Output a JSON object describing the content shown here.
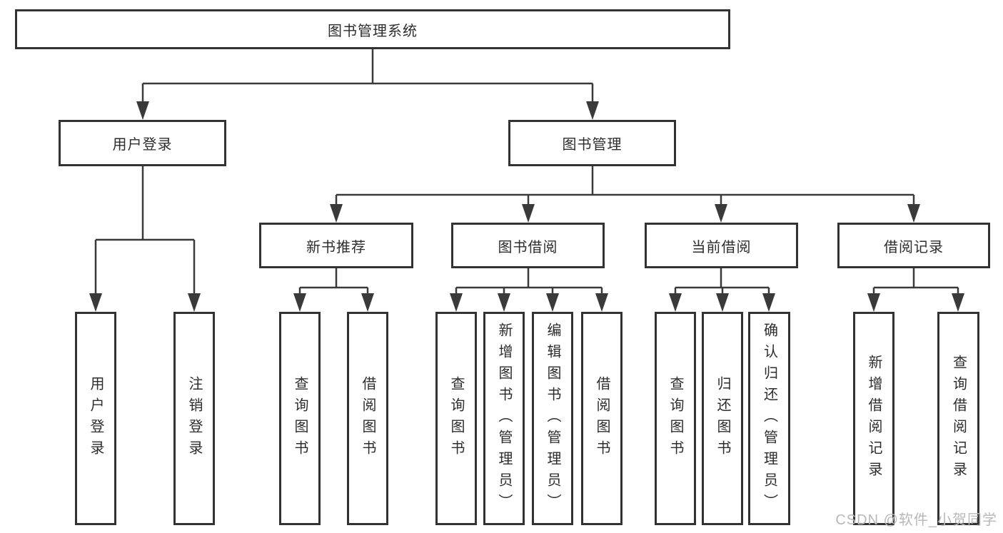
{
  "nodes": {
    "root": "图书管理系统",
    "user_login_group": "用户登录",
    "book_mgmt_group": "图书管理",
    "new_book_rec": "新书推荐",
    "book_borrow": "图书借阅",
    "current_borrow": "当前借阅",
    "borrow_records": "借阅记录",
    "user_login": "用户登录",
    "logout_login": "注销登录",
    "nbr_query_books": "查询图书",
    "nbr_borrow_books": "借阅图书",
    "bb_query_books": "查询图书",
    "bb_add_books": "新增图书（管理员）",
    "bb_edit_books": "编辑图书（管理员）",
    "bb_borrow_books": "借阅图书",
    "cb_query_books": "查询图书",
    "cb_return_books": "归还图书",
    "cb_confirm_return": "确认归还（管理员）",
    "br_add_record": "新增借阅记录",
    "br_query_record": "查询借阅记录"
  },
  "tree": {
    "label": "图书管理系统",
    "children": [
      {
        "label": "用户登录",
        "children": [
          {
            "label": "用户登录"
          },
          {
            "label": "注销登录"
          }
        ]
      },
      {
        "label": "图书管理",
        "children": [
          {
            "label": "新书推荐",
            "children": [
              {
                "label": "查询图书"
              },
              {
                "label": "借阅图书"
              }
            ]
          },
          {
            "label": "图书借阅",
            "children": [
              {
                "label": "查询图书"
              },
              {
                "label": "新增图书（管理员）"
              },
              {
                "label": "编辑图书（管理员）"
              },
              {
                "label": "借阅图书"
              }
            ]
          },
          {
            "label": "当前借阅",
            "children": [
              {
                "label": "查询图书"
              },
              {
                "label": "归还图书"
              },
              {
                "label": "确认归还（管理员）"
              }
            ]
          },
          {
            "label": "借阅记录",
            "children": [
              {
                "label": "新增借阅记录"
              },
              {
                "label": "查询借阅记录"
              }
            ]
          }
        ]
      }
    ]
  },
  "watermark": "CSDN @软件_小贺同学",
  "colors": {
    "line": "#3a3a3a",
    "box_border": "#333333",
    "text": "#2d2d2d",
    "watermark": "#b8b8b8",
    "background": "#ffffff"
  }
}
